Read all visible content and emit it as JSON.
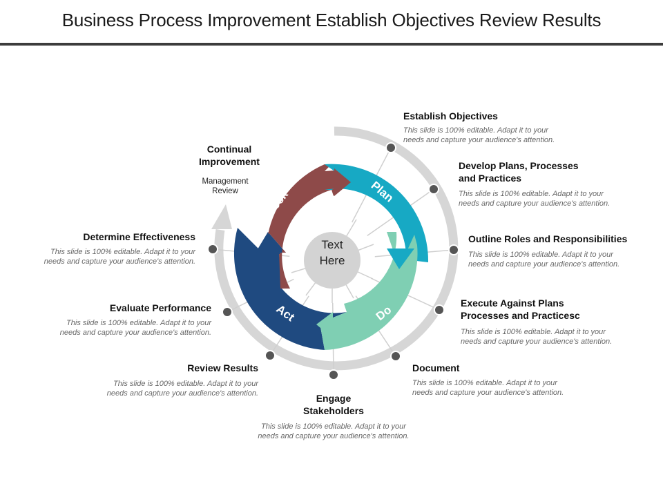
{
  "title": "Business Process Improvement Establish Objectives Review Results",
  "colors": {
    "check": "#8e4a49",
    "plan": "#17a9c4",
    "do": "#7fcfb3",
    "act": "#1f4a80",
    "ring": "#d6d6d6",
    "dot": "#555555",
    "hub": "#d3d3d3"
  },
  "cycle": {
    "check": "Check",
    "plan": "Plan",
    "do": "Do",
    "act": "Act",
    "hub_line1": "Text",
    "hub_line2": "Here"
  },
  "top_left": {
    "title_line1": "Continual",
    "title_line2": "Improvement",
    "sub_line1": "Management",
    "sub_line2": "Review"
  },
  "items": {
    "establish": {
      "label": "Establish Objectives",
      "desc1": "This slide is 100% editable. Adapt it to your",
      "desc2": "needs and capture your audience's attention."
    },
    "develop": {
      "label1": "Develop Plans, Processes",
      "label2": "and Practices",
      "desc1": "This slide is 100% editable. Adapt it to your",
      "desc2": "needs and capture your audience's attention."
    },
    "outline": {
      "label": "Outline Roles and Responsibilities",
      "desc1": "This slide is 100% editable. Adapt it to your",
      "desc2": "needs and capture your audience's attention."
    },
    "execute": {
      "label1": "Execute Against Plans",
      "label2": "Processes and Practicesc",
      "desc1": "This slide is 100% editable. Adapt it to your",
      "desc2": "needs and capture your audience's attention."
    },
    "document": {
      "label": "Document",
      "desc1": "This slide is 100% editable. Adapt it to your",
      "desc2": "needs and capture your audience's attention."
    },
    "engage": {
      "label1": "Engage",
      "label2": "Stakeholders",
      "desc1": "This slide is 100% editable. Adapt it to your",
      "desc2": "needs and capture your audience's attention."
    },
    "review": {
      "label": "Review Results",
      "desc1": "This slide is 100% editable. Adapt it to your",
      "desc2": "needs and capture your audience's attention."
    },
    "evaluate": {
      "label": "Evaluate  Performance",
      "desc1": "This slide is 100% editable. Adapt it to your",
      "desc2": "needs and capture your audience's attention."
    },
    "determine": {
      "label": "Determine Effectiveness",
      "desc1": "This slide is 100% editable. Adapt it to your",
      "desc2": "needs and capture your audience's attention."
    }
  }
}
